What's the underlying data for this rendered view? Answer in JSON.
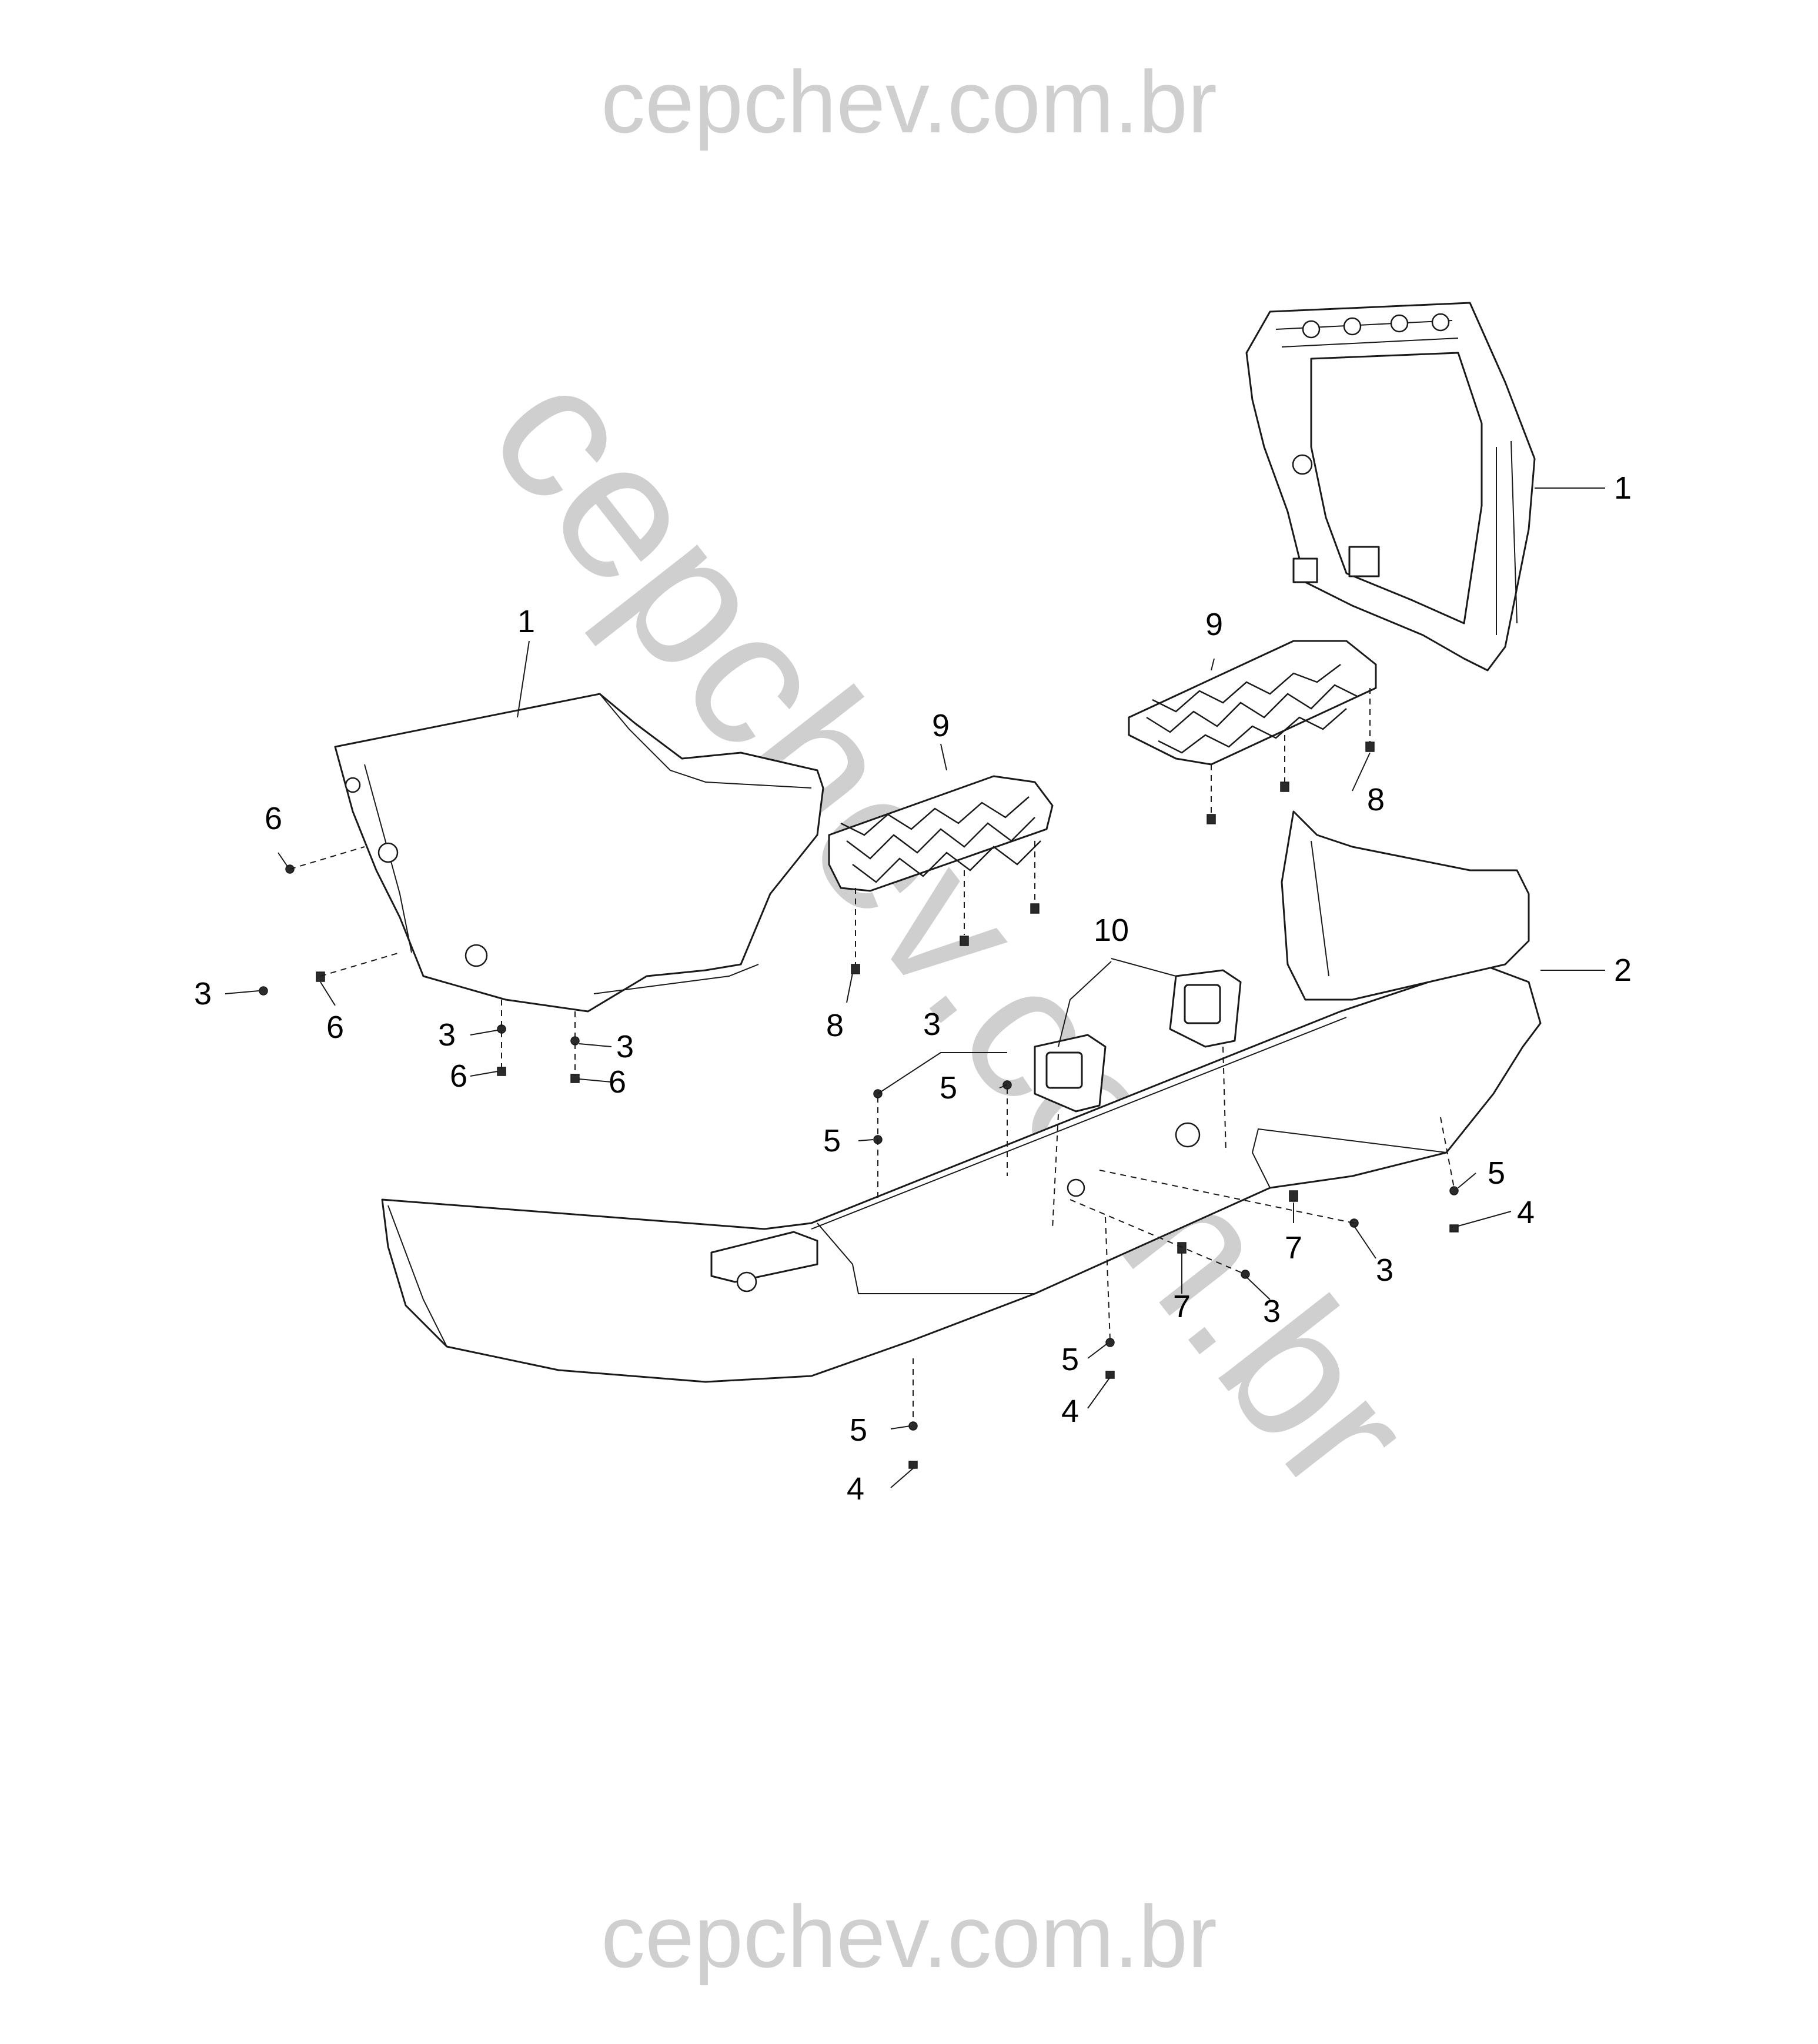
{
  "watermark": {
    "top": "cepchev.com.br",
    "diagonal": "cepchev.com.br",
    "bottom": "cepchev.com.br"
  },
  "callouts": [
    {
      "id": "c1a",
      "text": "1"
    },
    {
      "id": "c1b",
      "text": "1"
    },
    {
      "id": "c2",
      "text": "2"
    },
    {
      "id": "c3a",
      "text": "3"
    },
    {
      "id": "c3b",
      "text": "3"
    },
    {
      "id": "c3c",
      "text": "3"
    },
    {
      "id": "c3d",
      "text": "3"
    },
    {
      "id": "c3e",
      "text": "3"
    },
    {
      "id": "c3f",
      "text": "3"
    },
    {
      "id": "c4a",
      "text": "4"
    },
    {
      "id": "c4b",
      "text": "4"
    },
    {
      "id": "c4c",
      "text": "4"
    },
    {
      "id": "c5a",
      "text": "5"
    },
    {
      "id": "c5b",
      "text": "5"
    },
    {
      "id": "c5c",
      "text": "5"
    },
    {
      "id": "c5d",
      "text": "5"
    },
    {
      "id": "c5e",
      "text": "5"
    },
    {
      "id": "c6a",
      "text": "6"
    },
    {
      "id": "c6b",
      "text": "6"
    },
    {
      "id": "c6c",
      "text": "6"
    },
    {
      "id": "c6d",
      "text": "6"
    },
    {
      "id": "c7a",
      "text": "7"
    },
    {
      "id": "c7b",
      "text": "7"
    },
    {
      "id": "c8a",
      "text": "8"
    },
    {
      "id": "c8b",
      "text": "8"
    },
    {
      "id": "c9a",
      "text": "9"
    },
    {
      "id": "c9b",
      "text": "9"
    },
    {
      "id": "c10",
      "text": "10"
    }
  ]
}
